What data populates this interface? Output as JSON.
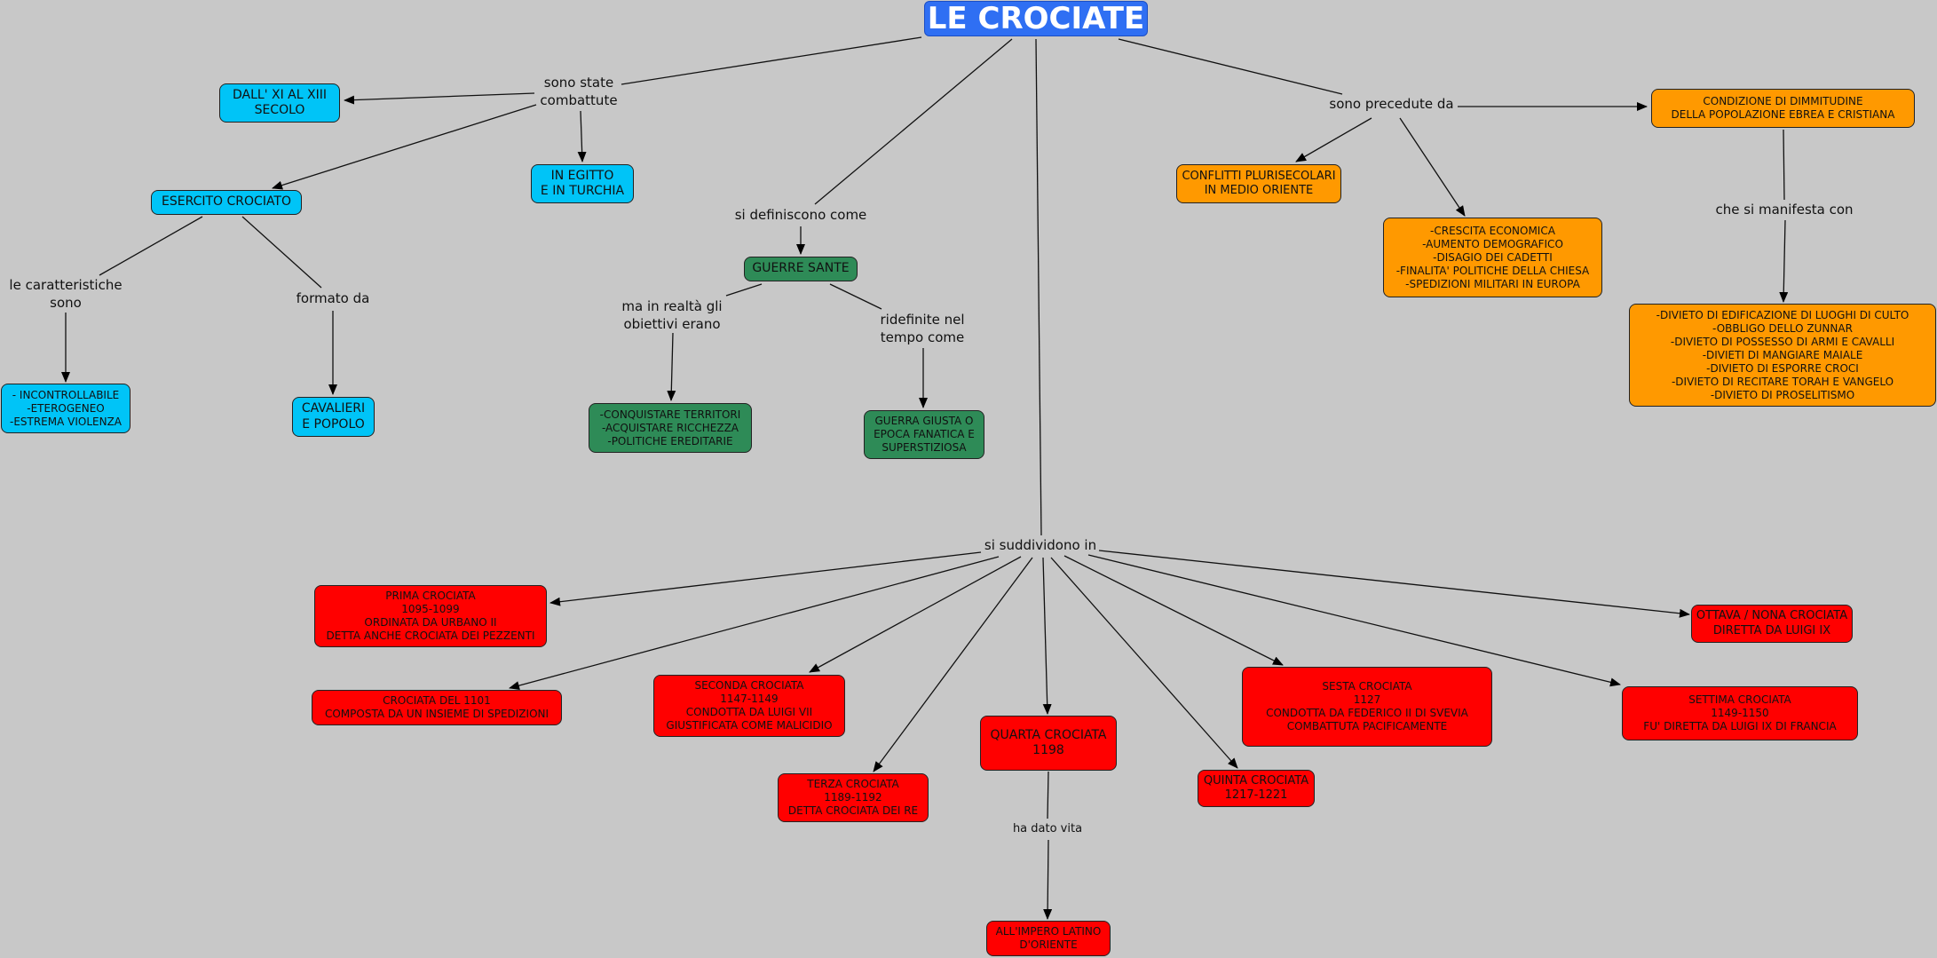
{
  "title": "LE CROCIATE",
  "labels": {
    "sono_state": "sono state\ncombattute",
    "sono_precedute": "sono precedute da",
    "si_definiscono": "si definiscono come",
    "caratteristiche": "le caratteristiche\nsono",
    "formato_da": "formato da",
    "ma_in_realta": "ma in realtà gli\nobiettivi erano",
    "ridefinite": "ridefinite nel\ntempo come",
    "che_si_manifesta": "che si manifesta con",
    "si_suddividono": "si suddividono in",
    "ha_dato_vita": "ha dato vita"
  },
  "nodes": {
    "dall_xi": "DALL' XI AL XIII\nSECOLO",
    "egitto": "IN EGITTO\nE IN TURCHIA",
    "esercito": "ESERCITO CROCIATO",
    "incontrollabile": "- INCONTROLLABILE\n-ETEROGENEO\n-ESTREMA VIOLENZA",
    "cavalieri": "CAVALIERI\nE POPOLO",
    "guerre_sante": "GUERRE SANTE",
    "conquistare": "-CONQUISTARE TERRITORI\n-ACQUISTARE RICCHEZZA\n-POLITICHE EREDITARIE",
    "guerra_giusta": "GUERRA GIUSTA O\nEPOCA FANATICA E\nSUPERSTIZIOSA",
    "condizione": "CONDIZIONE DI DIMMITUDINE\nDELLA POPOLAZIONE EBREA E CRISTIANA",
    "conflitti": "CONFLITTI PLURISECOLARI\nIN MEDIO ORIENTE",
    "crescita": "-CRESCITA ECONOMICA\n-AUMENTO DEMOGRAFICO\n-DISAGIO DEI CADETTI\n-FINALITA' POLITICHE DELLA CHIESA\n-SPEDIZIONI MILITARI IN EUROPA",
    "divieto": "-DIVIETO DI EDIFICAZIONE DI LUOGHI DI CULTO\n-OBBLIGO DELLO ZUNNAR\n-DIVIETO DI POSSESSO DI ARMI E CAVALLI\n-DIVIETI DI MANGIARE MAIALE\n-DIVIETO DI ESPORRE CROCI\n-DIVIETO DI RECITARE TORAH E VANGELO\n-DIVIETO DI PROSELITISMO",
    "prima": "PRIMA CROCIATA\n1095-1099\nORDINATA DA URBANO II\nDETTA ANCHE CROCIATA DEI PEZZENTI",
    "crociata_1101": "CROCIATA DEL 1101\nCOMPOSTA DA UN INSIEME DI SPEDIZIONI",
    "seconda": "SECONDA CROCIATA\n1147-1149\nCONDOTTA DA LUIGI VII\nGIUSTIFICATA COME MALICIDIO",
    "terza": "TERZA CROCIATA\n1189-1192\nDETTA CROCIATA DEI RE",
    "quarta": "QUARTA CROCIATA\n1198",
    "impero": "ALL'IMPERO LATINO\nD'ORIENTE",
    "quinta": "QUINTA CROCIATA\n1217-1221",
    "sesta": "SESTA CROCIATA\n1127\nCONDOTTA DA FEDERICO II DI SVEVIA\nCOMBATTUTA PACIFICAMENTE",
    "settima": "SETTIMA CROCIATA\n1149-1150\nFU' DIRETTA DA LUIGI IX DI FRANCIA",
    "ottava": "OTTAVA / NONA CROCIATA\nDIRETTA DA LUIGI IX"
  },
  "colors": {
    "background": "#c8c8c8",
    "title": "#2f6ff3",
    "blue": "#00c4f7",
    "green": "#2e8b57",
    "orange": "#ff9900",
    "red": "#ff0000"
  }
}
